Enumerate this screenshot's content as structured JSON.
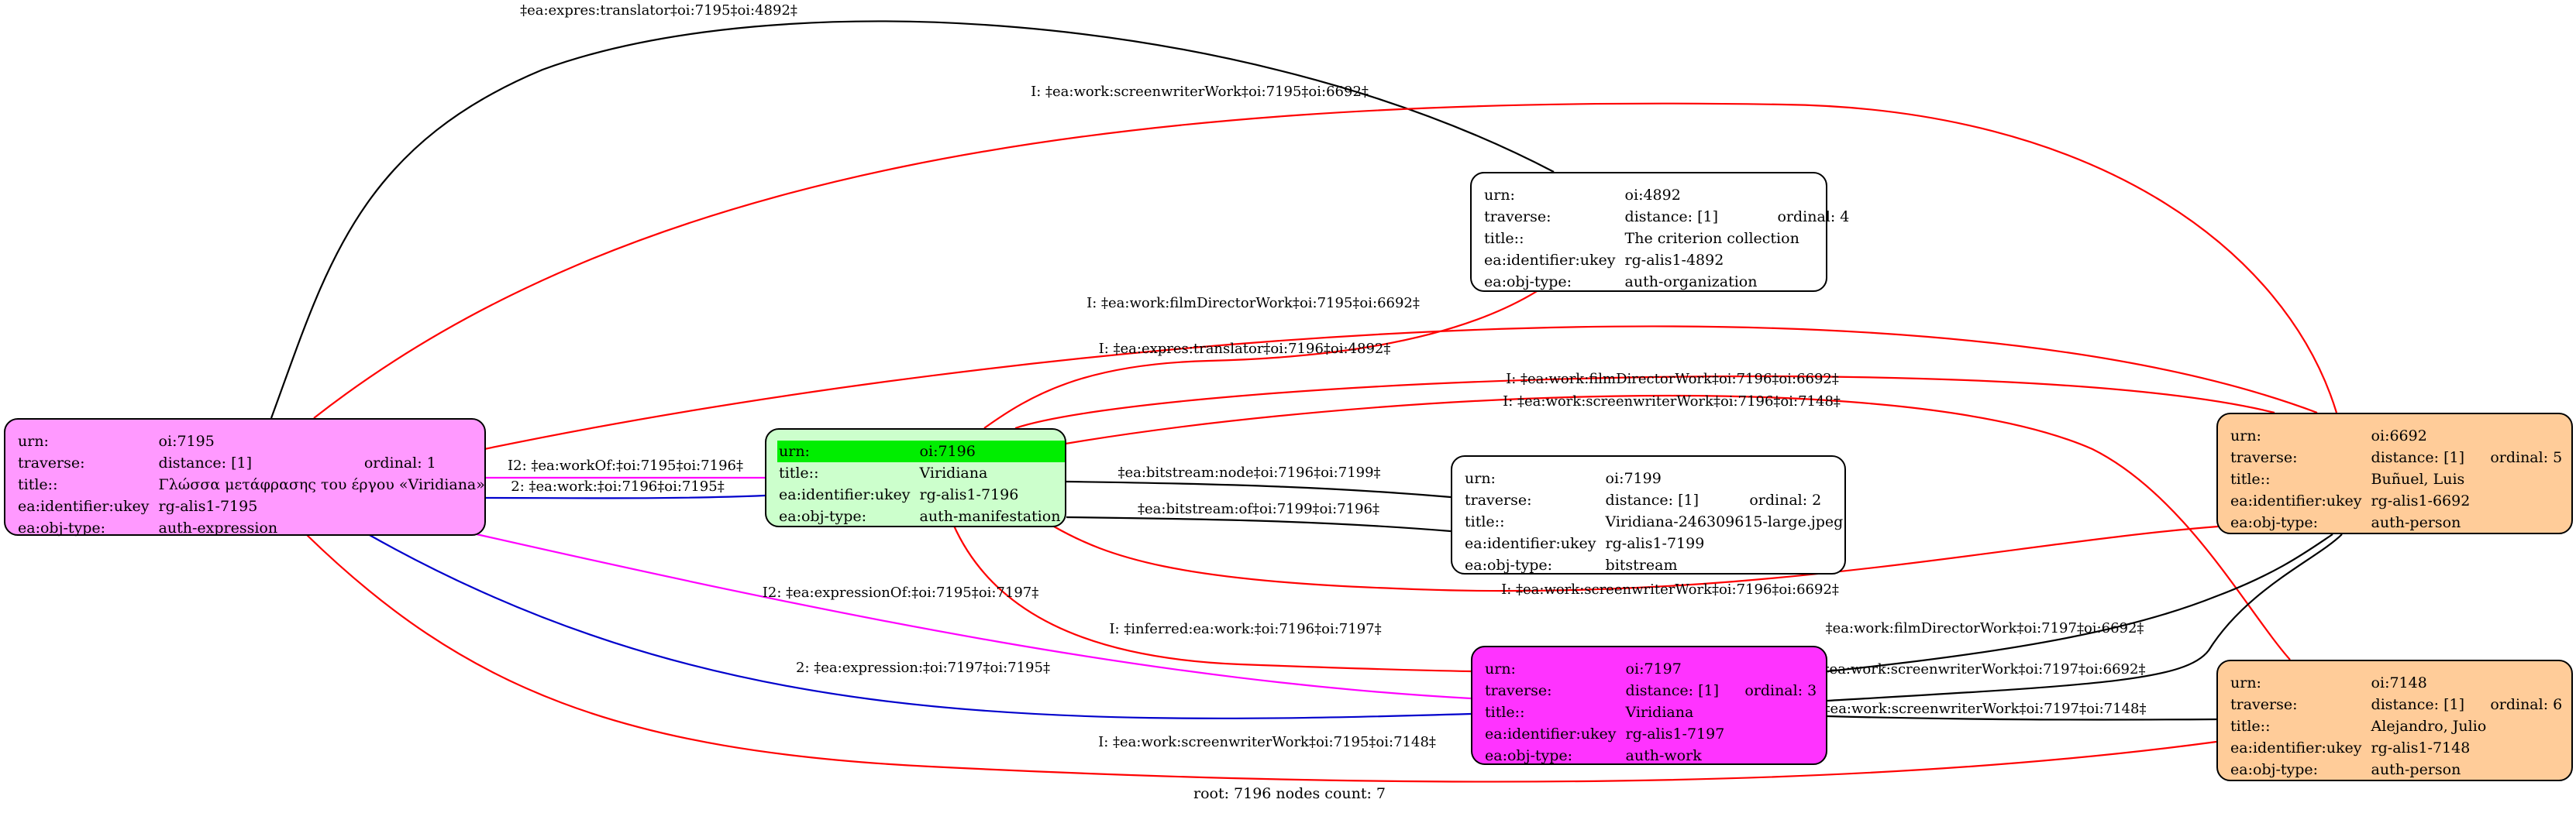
{
  "nodes": {
    "n7195": {
      "urn_label": "urn:",
      "urn": "oi:7195",
      "traverse_label": "traverse:",
      "distance": "distance: [1]",
      "ordinal": "ordinal: 1",
      "title_label": "title::",
      "title": "Γλώσσα μετάφρασης του έργου «Viridiana»",
      "ukey_label": "ea:identifier:ukey",
      "ukey": "rg-alis1-7195",
      "type_label": "ea:obj-type:",
      "type": "auth-expression",
      "color": "#ff99ff"
    },
    "n7196": {
      "urn_label": "urn:",
      "urn": "oi:7196",
      "title_label": "title::",
      "title": "Viridiana",
      "ukey_label": "ea:identifier:ukey",
      "ukey": "rg-alis1-7196",
      "type_label": "ea:obj-type:",
      "type": "auth-manifestation",
      "color": "#ccffcc"
    },
    "n4892": {
      "urn_label": "urn:",
      "urn": "oi:4892",
      "traverse_label": "traverse:",
      "distance": "distance: [1]",
      "ordinal": "ordinal: 4",
      "title_label": "title::",
      "title": "The criterion collection",
      "ukey_label": "ea:identifier:ukey",
      "ukey": "rg-alis1-4892",
      "type_label": "ea:obj-type:",
      "type": "auth-organization",
      "color": "#ffffff"
    },
    "n7199": {
      "urn_label": "urn:",
      "urn": "oi:7199",
      "traverse_label": "traverse:",
      "distance": "distance: [1]",
      "ordinal": "ordinal: 2",
      "title_label": "title::",
      "title": "Viridiana-246309615-large.jpeg",
      "ukey_label": "ea:identifier:ukey",
      "ukey": "rg-alis1-7199",
      "type_label": "ea:obj-type:",
      "type": "bitstream",
      "color": "#ffffff"
    },
    "n7197": {
      "urn_label": "urn:",
      "urn": "oi:7197",
      "traverse_label": "traverse:",
      "distance": "distance: [1]",
      "ordinal": "ordinal: 3",
      "title_label": "title::",
      "title": "Viridiana",
      "ukey_label": "ea:identifier:ukey",
      "ukey": "rg-alis1-7197",
      "type_label": "ea:obj-type:",
      "type": "auth-work",
      "color": "#ff33ff"
    },
    "n6692": {
      "urn_label": "urn:",
      "urn": "oi:6692",
      "traverse_label": "traverse:",
      "distance": "distance: [1]",
      "ordinal": "ordinal: 5",
      "title_label": "title::",
      "title": "Buñuel, Luis",
      "ukey_label": "ea:identifier:ukey",
      "ukey": "rg-alis1-6692",
      "type_label": "ea:obj-type:",
      "type": "auth-person",
      "color": "#ffcc99"
    },
    "n7148": {
      "urn_label": "urn:",
      "urn": "oi:7148",
      "traverse_label": "traverse:",
      "distance": "distance: [1]",
      "ordinal": "ordinal: 6",
      "title_label": "title::",
      "title": "Alejandro, Julio",
      "ukey_label": "ea:identifier:ukey",
      "ukey": "rg-alis1-7148",
      "type_label": "ea:obj-type:",
      "type": "auth-person",
      "color": "#ffcc99"
    }
  },
  "edge_labels": {
    "e1": "‡ea:expres:translator‡oi:7195‡oi:4892‡",
    "e2": "I: ‡ea:work:screenwriterWork‡oi:7195‡oi:6692‡",
    "e3": "I: ‡ea:work:filmDirectorWork‡oi:7195‡oi:6692‡",
    "e4": "I: ‡ea:expres:translator‡oi:7196‡oi:4892‡",
    "e5": "I: ‡ea:work:filmDirectorWork‡oi:7196‡oi:6692‡",
    "e6": "I: ‡ea:work:screenwriterWork‡oi:7196‡oi:7148‡",
    "e7": "I2: ‡ea:workOf:‡oi:7195‡oi:7196‡",
    "e8": "2: ‡ea:work:‡oi:7196‡oi:7195‡",
    "e9": "‡ea:bitstream:node‡oi:7196‡oi:7199‡",
    "e10": "‡ea:bitstream:of‡oi:7199‡oi:7196‡",
    "e11": "I: ‡ea:work:screenwriterWork‡oi:7196‡oi:6692‡",
    "e12": "I2: ‡ea:expressionOf:‡oi:7195‡oi:7197‡",
    "e13": "I: ‡inferred:ea:work:‡oi:7196‡oi:7197‡",
    "e14": "2: ‡ea:expression:‡oi:7197‡oi:7195‡",
    "e15": "‡ea:work:filmDirectorWork‡oi:7197‡oi:6692‡",
    "e16": "‡ea:work:screenwriterWork‡oi:7197‡oi:6692‡",
    "e17": "‡ea:work:screenwriterWork‡oi:7197‡oi:7148‡",
    "e18": "I: ‡ea:work:screenwriterWork‡oi:7195‡oi:7148‡"
  },
  "edge_colors": {
    "black": "#000000",
    "red": "#ff0000",
    "blue": "#0000cc",
    "magenta": "#ff00ff"
  },
  "footer": "root: 7196 nodes count: 7"
}
